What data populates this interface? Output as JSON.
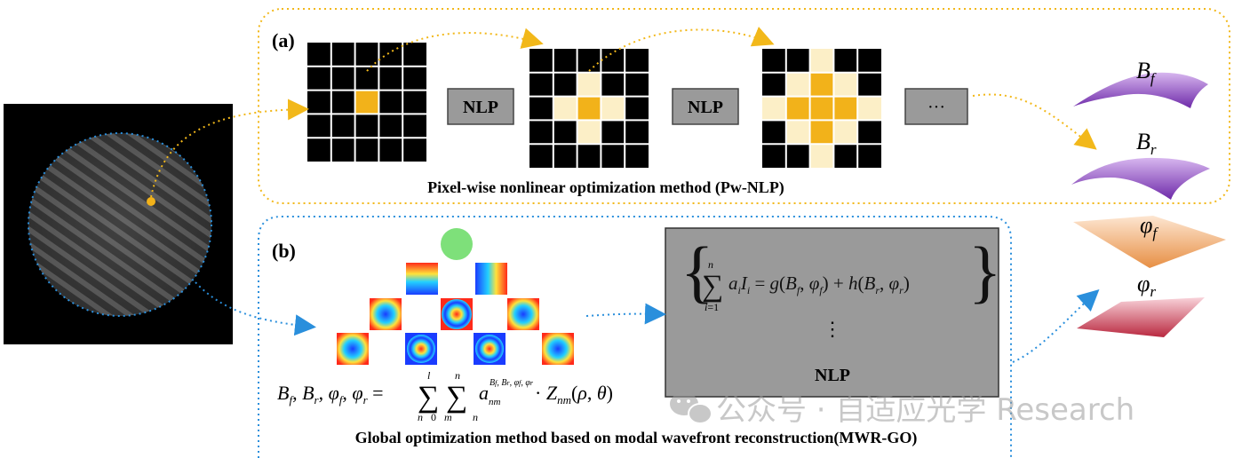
{
  "panel_a": {
    "label": "(a)",
    "caption": "Pixel-wise nonlinear optimization method (Pw-NLP)",
    "nlp_box_1": "NLP",
    "nlp_box_2": "NLP",
    "ellipsis_box": "···"
  },
  "panel_b": {
    "label": "(b)",
    "caption": "Global optimization method based on modal wavefront reconstruction(MWR-GO)",
    "nlp_label": "NLP",
    "equation_lhs": "B",
    "equation_right_1": "g(B",
    "equation_right_2": "h(B",
    "vertical_dots": "⋮"
  },
  "surfaces": {
    "b_f": "B",
    "b_f_sub": "f",
    "b_r": "B",
    "b_r_sub": "r",
    "phi_f": "φ",
    "phi_f_sub": "f",
    "phi_r": "φ",
    "phi_r_sub": "r"
  },
  "watermark": "公众号 · 自适应光学 Research",
  "colors": {
    "panel_a_border": "#f2b81a",
    "panel_b_border": "#2a8fdc",
    "grid_black": "#000000",
    "grid_yellow": "#f2b21a",
    "grid_cream": "#fcefc7",
    "nlp_box_gray": "#9a9a9a",
    "purple_surface": "#8a3ec6",
    "orange_surface": "#f0a868",
    "red_surface": "#cc3a52"
  }
}
